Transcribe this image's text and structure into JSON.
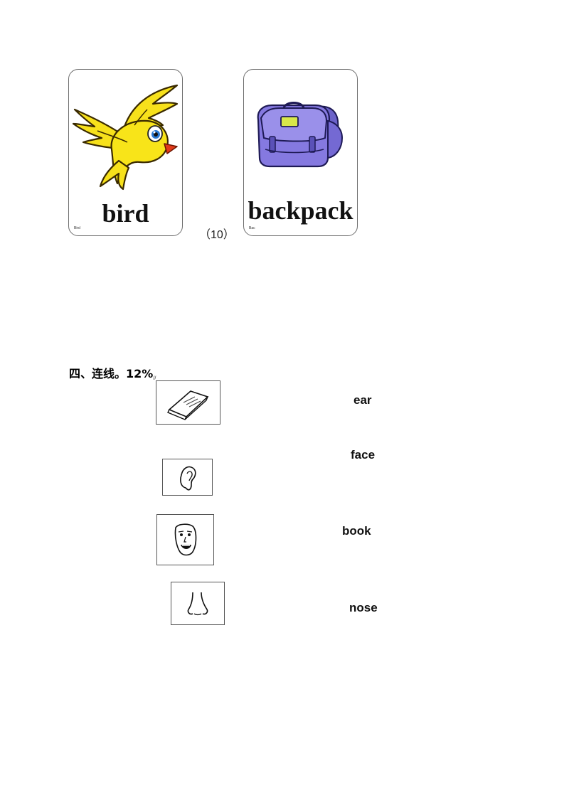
{
  "cards": [
    {
      "word": "bird",
      "code": "Bird",
      "image": "bird-icon"
    },
    {
      "word": "backpack",
      "code": "Bac",
      "image": "backpack-icon"
    }
  ],
  "question_number": "（10）",
  "section": {
    "title": "四、连线。12%",
    "score_sub": "//"
  },
  "pictures": [
    "book-icon",
    "ear-icon",
    "face-icon",
    "nose-icon"
  ],
  "words": [
    "ear",
    "face",
    "book",
    "nose"
  ]
}
